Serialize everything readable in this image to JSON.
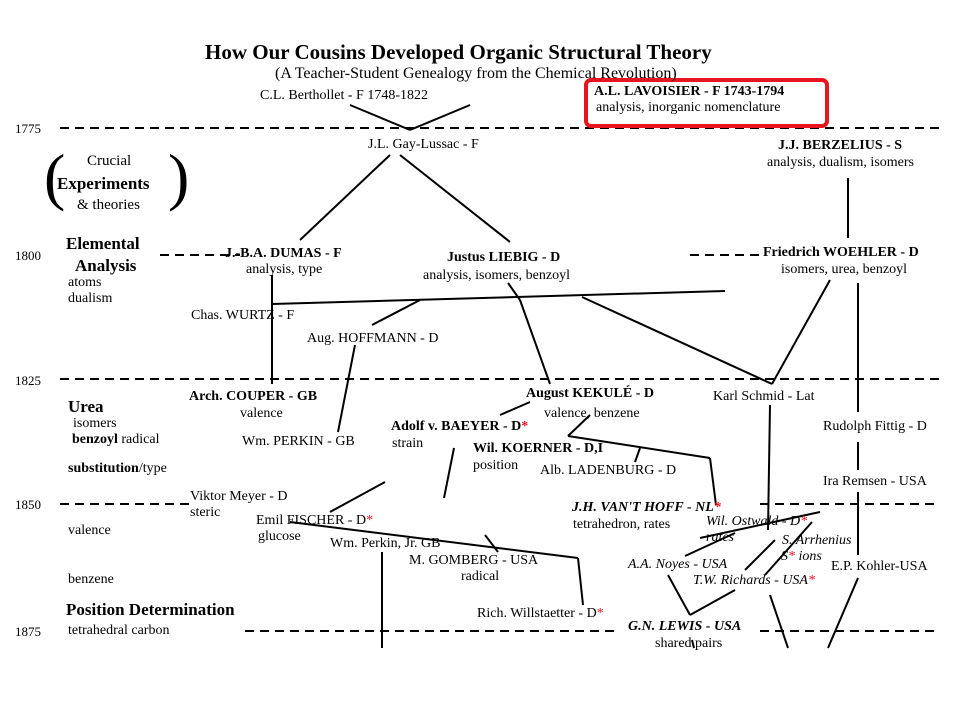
{
  "title": "How Our Cousins Developed Organic Structural Theory",
  "subtitle": "(A Teacher-Student Genealogy from the Chemical Revolution)",
  "years": [
    "1775",
    "1800",
    "1825",
    "1850",
    "1875"
  ],
  "themes": {
    "crucial": "Crucial",
    "experiments": "Experiments",
    "theories": "& theories",
    "elemental": "Elemental",
    "analysis": "Analysis",
    "atoms": "atoms",
    "dualism": "dualism",
    "urea": "Urea",
    "isomers": "isomers",
    "benzoyl": "benzoyl",
    "radical": " radical",
    "substitution": "substitution",
    "type": "/type",
    "valence": "valence",
    "benzene": "benzene",
    "position": "Position Determination",
    "tetrahedral": "tetrahedral carbon"
  },
  "chemists": {
    "lavoisier": {
      "name": "A.L. LAVOISIER - F 1743-1794",
      "note": "analysis, inorganic nomenclature"
    },
    "berthollet": {
      "name": "C.L. Berthollet - F 1748-1822"
    },
    "gaylussac": {
      "name": "J.L. Gay-Lussac - F"
    },
    "berzelius": {
      "name": "J.J. BERZELIUS - S",
      "note": "analysis, dualism, isomers"
    },
    "dumas": {
      "name": "J.-B.A. DUMAS - F",
      "note": "analysis, type"
    },
    "liebig": {
      "name": "Justus LIEBIG - D",
      "note": "analysis, isomers,  benzoyl"
    },
    "woehler": {
      "name": "Friedrich WOEHLER - D",
      "note": "isomers, urea, benzoyl"
    },
    "wurtz": {
      "name": "Chas. WURTZ - F"
    },
    "hoffmann": {
      "name": "Aug. HOFFMANN - D"
    },
    "couper": {
      "name": "Arch. COUPER - GB",
      "note": "valence"
    },
    "kekule": {
      "name": "August KEKULÉ - D",
      "note": "valence, benzene"
    },
    "schmid": {
      "name": "Karl Schmid - Lat"
    },
    "perkin": {
      "name": "Wm. PERKIN - GB"
    },
    "baeyer": {
      "name": "Adolf v. BAEYER - D",
      "star": "*",
      "note": "strain"
    },
    "koerner": {
      "name": "Wil. KOERNER - D,I",
      "note": "position"
    },
    "ladenburg": {
      "name": "Alb. LADENBURG - D"
    },
    "fittig": {
      "name": "Rudolph Fittig - D"
    },
    "remsen": {
      "name": "Ira Remsen - USA"
    },
    "meyer": {
      "name": "Viktor Meyer - D",
      "note": "steric"
    },
    "fischer": {
      "name": "Emil FISCHER - D",
      "star": "*",
      "note": "glucose"
    },
    "perkinjr": {
      "name": "Wm. Perkin, Jr. GB"
    },
    "gomberg": {
      "name": "M. GOMBERG - USA",
      "note": "radical"
    },
    "vanthoff": {
      "name": "J.H. VAN'T HOFF - NL",
      "star": "*",
      "note": "tetrahedron, rates"
    },
    "ostwald": {
      "name": "Wil. Ostwald - D",
      "star": "*",
      "note": "rates"
    },
    "arrhenius": {
      "name": "S. Arrhenius",
      "initial": "S",
      "star": "*",
      "note": " ions"
    },
    "noyes": {
      "name": "A.A. Noyes - USA"
    },
    "richards": {
      "name": "T.W. Richards - USA",
      "star": "*"
    },
    "kohler": {
      "name": "E.P. Kohler-USA"
    },
    "willstaetter": {
      "name": "Rich. Willstaetter - D",
      "star": "*"
    },
    "lewis": {
      "name": "G.N. LEWIS - USA",
      "note": "shared pairs"
    }
  },
  "colors": {
    "highlight": "#e8141e",
    "ink": "#000000"
  }
}
